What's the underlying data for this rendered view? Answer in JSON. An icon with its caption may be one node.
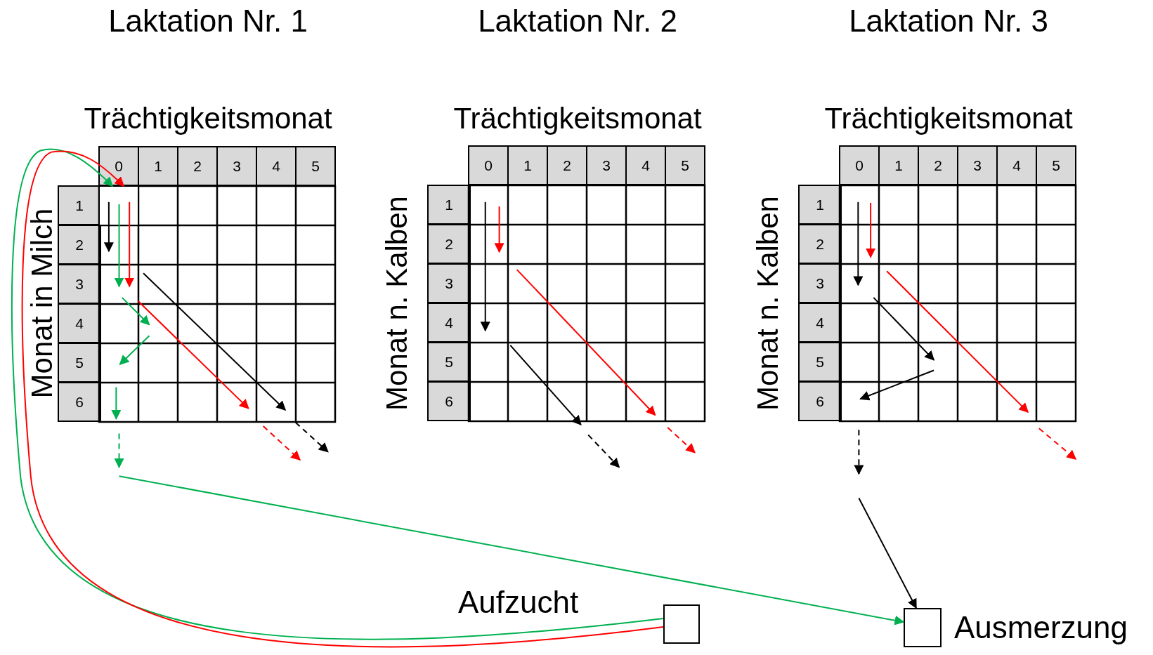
{
  "diagram": {
    "nodes": [
      {
        "text": [],
        "shape": "box",
        "beside": [
          "Aufzucht"
        ]
      },
      {
        "text": [],
        "shape": "box",
        "beside": [
          "Ausmerzung"
        ]
      },
      {
        "text": [],
        "shape": "box"
      }
    ],
    "edges": [
      {
        "from": 0,
        "to": 2,
        "arrow": "to",
        "color": "#00b050"
      },
      {
        "from": 0,
        "to": 2,
        "arrow": "to",
        "color": "#ff0000"
      },
      {
        "from": null,
        "to": 1,
        "arrow": "to",
        "color": "#00b050"
      },
      {
        "from": null,
        "to": 1,
        "arrow": "to",
        "color": "#000000"
      }
    ],
    "labels": [
      "Laktation Nr. 1",
      "Trächtigkeitsmonat",
      "0",
      "1",
      "2",
      "3",
      "4",
      "5",
      "1",
      "2",
      "3",
      "4",
      "5",
      "6",
      "Monat in Milch",
      "Laktation Nr. 2",
      "Trächtigkeitsmonat",
      "0",
      "1",
      "2",
      "3",
      "4",
      "5",
      "1",
      "2",
      "3",
      "4",
      "5",
      "6",
      "Monat n. Kalben",
      "Laktation Nr. 3",
      "Trächtigkeitsmonat",
      "0",
      "1",
      "2",
      "3",
      "4",
      "5",
      "1",
      "2",
      "3",
      "4",
      "5",
      "6",
      "Monat n. Kalben"
    ]
  }
}
